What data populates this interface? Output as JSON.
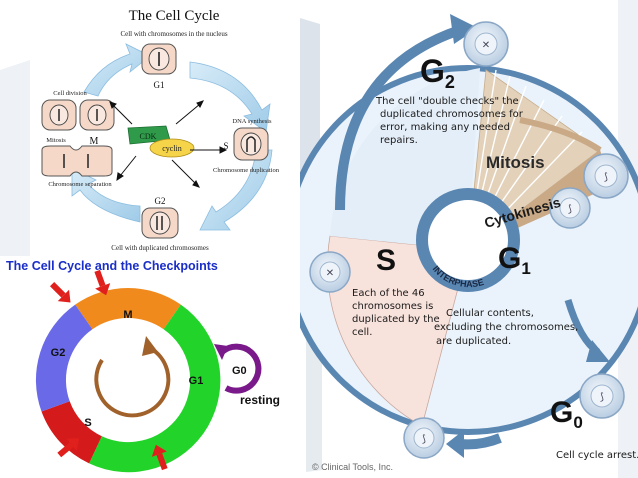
{
  "cell_cycle": {
    "title": "The Cell Cycle",
    "top_label": "Cell with chromosomes in the nucleus",
    "bottom_label": "Cell with duplicated chromosomes",
    "g1": "G1",
    "g2": "G2",
    "s": "S",
    "m": "M",
    "dna_synthesis": "DNA synthesis",
    "chromosome_duplication": "Chromosome duplication",
    "cell_division": "Cell division",
    "mitosis": "Mitosis",
    "chromosome_separation": "Chromosome separation",
    "cdk": "CDK",
    "cyclin": "cyclin"
  },
  "checkpoints": {
    "title": "The Cell Cycle and the Checkpoints",
    "m": "M",
    "g2": "G2",
    "g1": "G1",
    "s": "S",
    "g0": "G0",
    "resting": "resting",
    "colors": {
      "m": "#f08a1c",
      "g2": "#6a6ae8",
      "g1": "#22d42a",
      "s": "#d41a1a",
      "g0": "#7a1a8a",
      "arrows": "#e0201c"
    }
  },
  "phases": {
    "g2_letter": "G",
    "g2_sub": "2",
    "g2_text": [
      "The cell \"double checks\" the",
      "duplicated chromosomes for",
      "error, making any needed",
      "repairs."
    ],
    "mitosis": "Mitosis",
    "cytokinesis": "Cytokinesis",
    "s_letter": "S",
    "s_text": [
      "Each of the 46",
      "chromosomes is",
      "duplicated by the",
      "cell."
    ],
    "interphase": "INTERPHASE",
    "g1_letter": "G",
    "g1_sub": "1",
    "g1_text": [
      "Cellular contents,",
      "excluding the chromosomes,",
      "are duplicated."
    ],
    "g0_letter": "G",
    "g0_sub": "0",
    "g0_text": "Cell cycle arrest.",
    "copyright": "© Clinical Tools, Inc."
  }
}
